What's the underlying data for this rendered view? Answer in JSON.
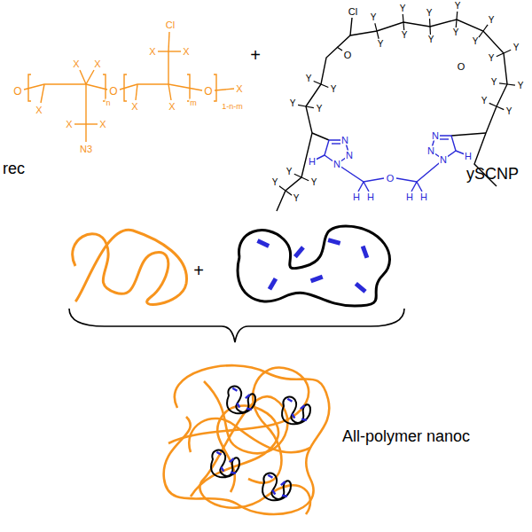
{
  "diagram": {
    "labels": [
      "O",
      "X",
      "n",
      "X",
      "X",
      "X",
      "X",
      "N3",
      "O",
      "m",
      "X",
      "X",
      "Cl",
      "X",
      "X",
      "O",
      "1-n-m",
      "X",
      "+",
      "rec",
      "Cl",
      "O",
      "O",
      "Y",
      "Y",
      "Y",
      "Y",
      "Y",
      "Y",
      "Y",
      "Y",
      "Y",
      "Y",
      "Y",
      "Y",
      "Y",
      "Y",
      "Y",
      "Y",
      "Y",
      "Y",
      "Y",
      "Y",
      "Y",
      "Y",
      "Y",
      "Y",
      "N",
      "N",
      "N",
      "H",
      "N",
      "N",
      "N",
      "H",
      "H",
      "H",
      "O",
      "H",
      "H",
      "ySCNP",
      "+",
      "All-polymer nanoc"
    ]
  }
}
